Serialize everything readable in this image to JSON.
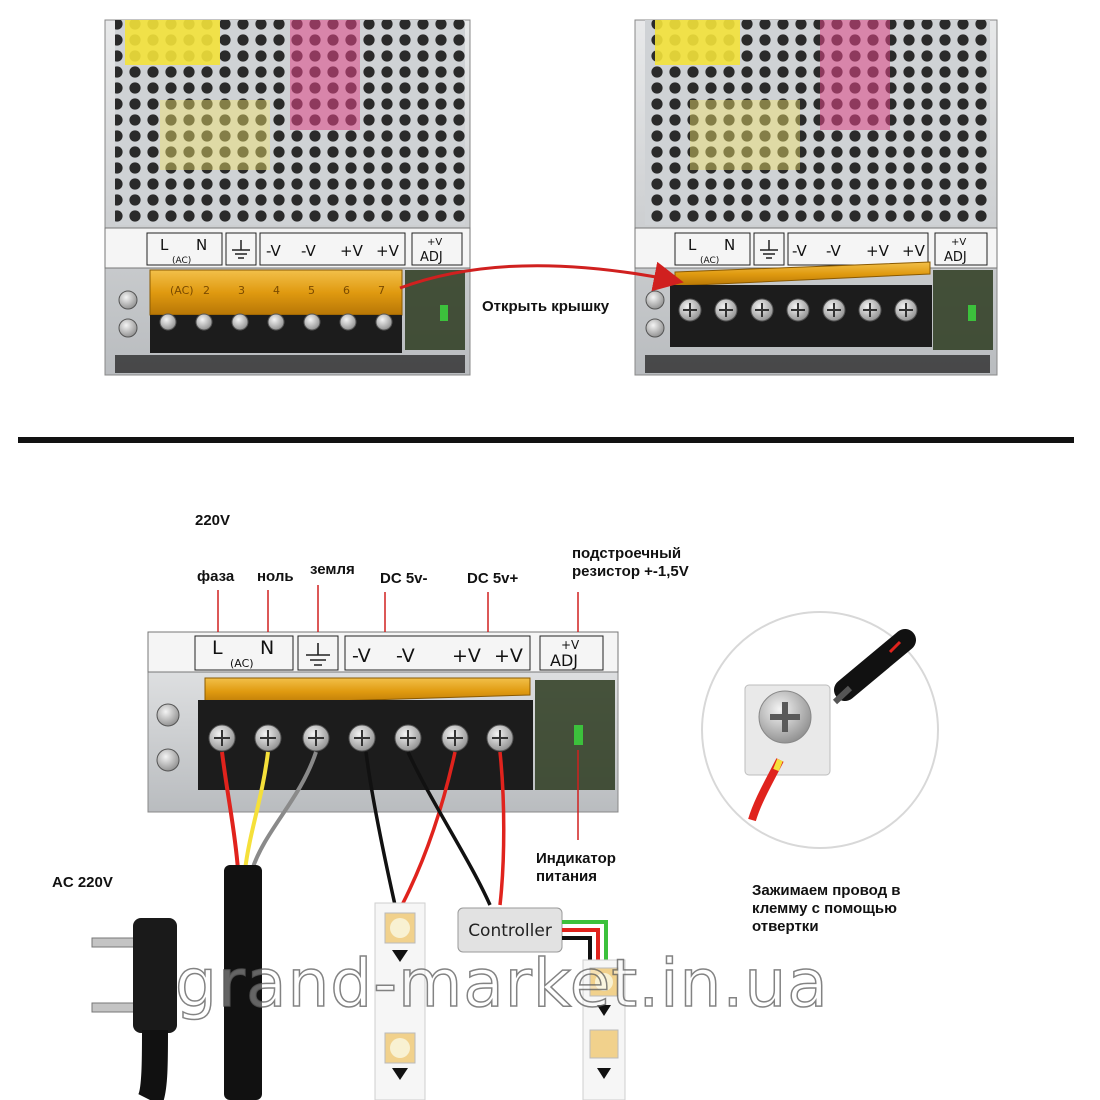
{
  "top": {
    "annotation": "Открыть крышку",
    "terminal_labels": [
      "L",
      "N",
      "(AC)",
      "-V",
      "-V",
      "+V",
      "+V",
      "+V",
      "ADJ"
    ],
    "cover_numbers": [
      "(AC)",
      "2",
      "3",
      "4",
      "5",
      "6",
      "7"
    ]
  },
  "bottom": {
    "voltage_label": "220V",
    "terminals": {
      "phase": "фаза",
      "neutral": "ноль",
      "ground": "земля",
      "dc_minus": "DC 5v-",
      "dc_plus": "DC 5v+",
      "trimmer": "подстроечный резистор +-1,5V"
    },
    "indicator": "Индикатор питания",
    "ac_input": "AC 220V",
    "controller": "Controller",
    "instruction": "Зажимаем провод в клемму с помощью отвертки"
  },
  "watermark": "grand-market.in.ua",
  "colors": {
    "cover": "#e6a40f",
    "arrow": "#d0201f",
    "wire_red": "#e0231d",
    "wire_yellow": "#f5e03a",
    "wire_gray": "#8a8a8a",
    "wire_black": "#111111",
    "led_green": "#3cc13c",
    "divider": "#111111"
  }
}
